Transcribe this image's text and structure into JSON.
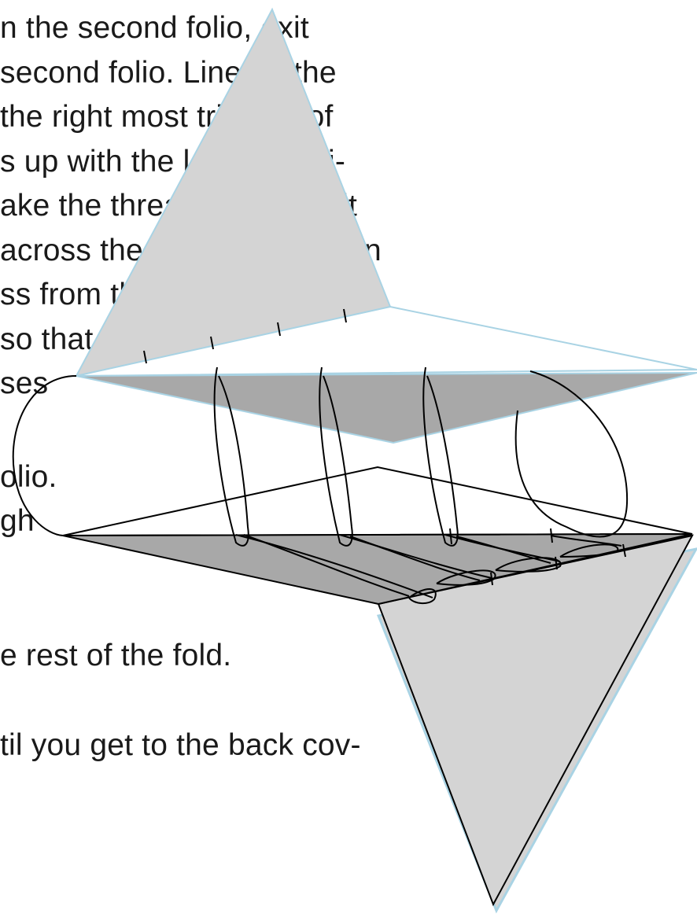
{
  "document": {
    "text_lines": [
      "n the second folio, exit",
      "second folio. Line up the",
      "the right most triangle of",
      "s up with the left most tri-",
      "ake the thread and pass it",
      "across the center triangle in",
      "ss from the right side",
      "so that",
      "ses",
      "olio.",
      "gh",
      "e rest of the fold.",
      "til you get to the back cov-"
    ]
  },
  "diagram": {
    "colors": {
      "light_fill": "#d4d4d4",
      "dark_fill": "#a8a8a8",
      "light_edge": "#a9d3e4",
      "shadow_edge": "#a9d3e4",
      "thread": "#000000"
    }
  }
}
